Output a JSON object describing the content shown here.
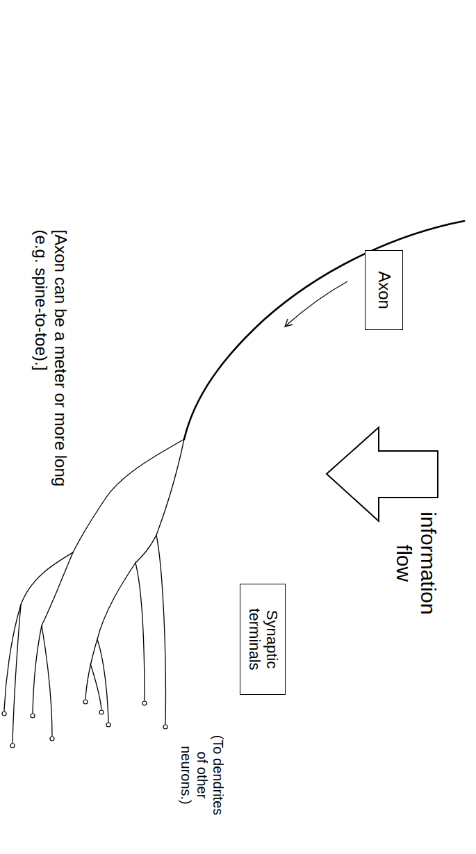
{
  "diagram": {
    "nodes": [
      {
        "text": [
          "Axon"
        ]
      },
      {
        "text": [
          "Synaptic terminals"
        ]
      }
    ],
    "labels": [
      "information flow",
      "(To dendrites of other neurons.)",
      "[Axon can be a meter or more long (e.g. spine-to-toe).]"
    ]
  }
}
